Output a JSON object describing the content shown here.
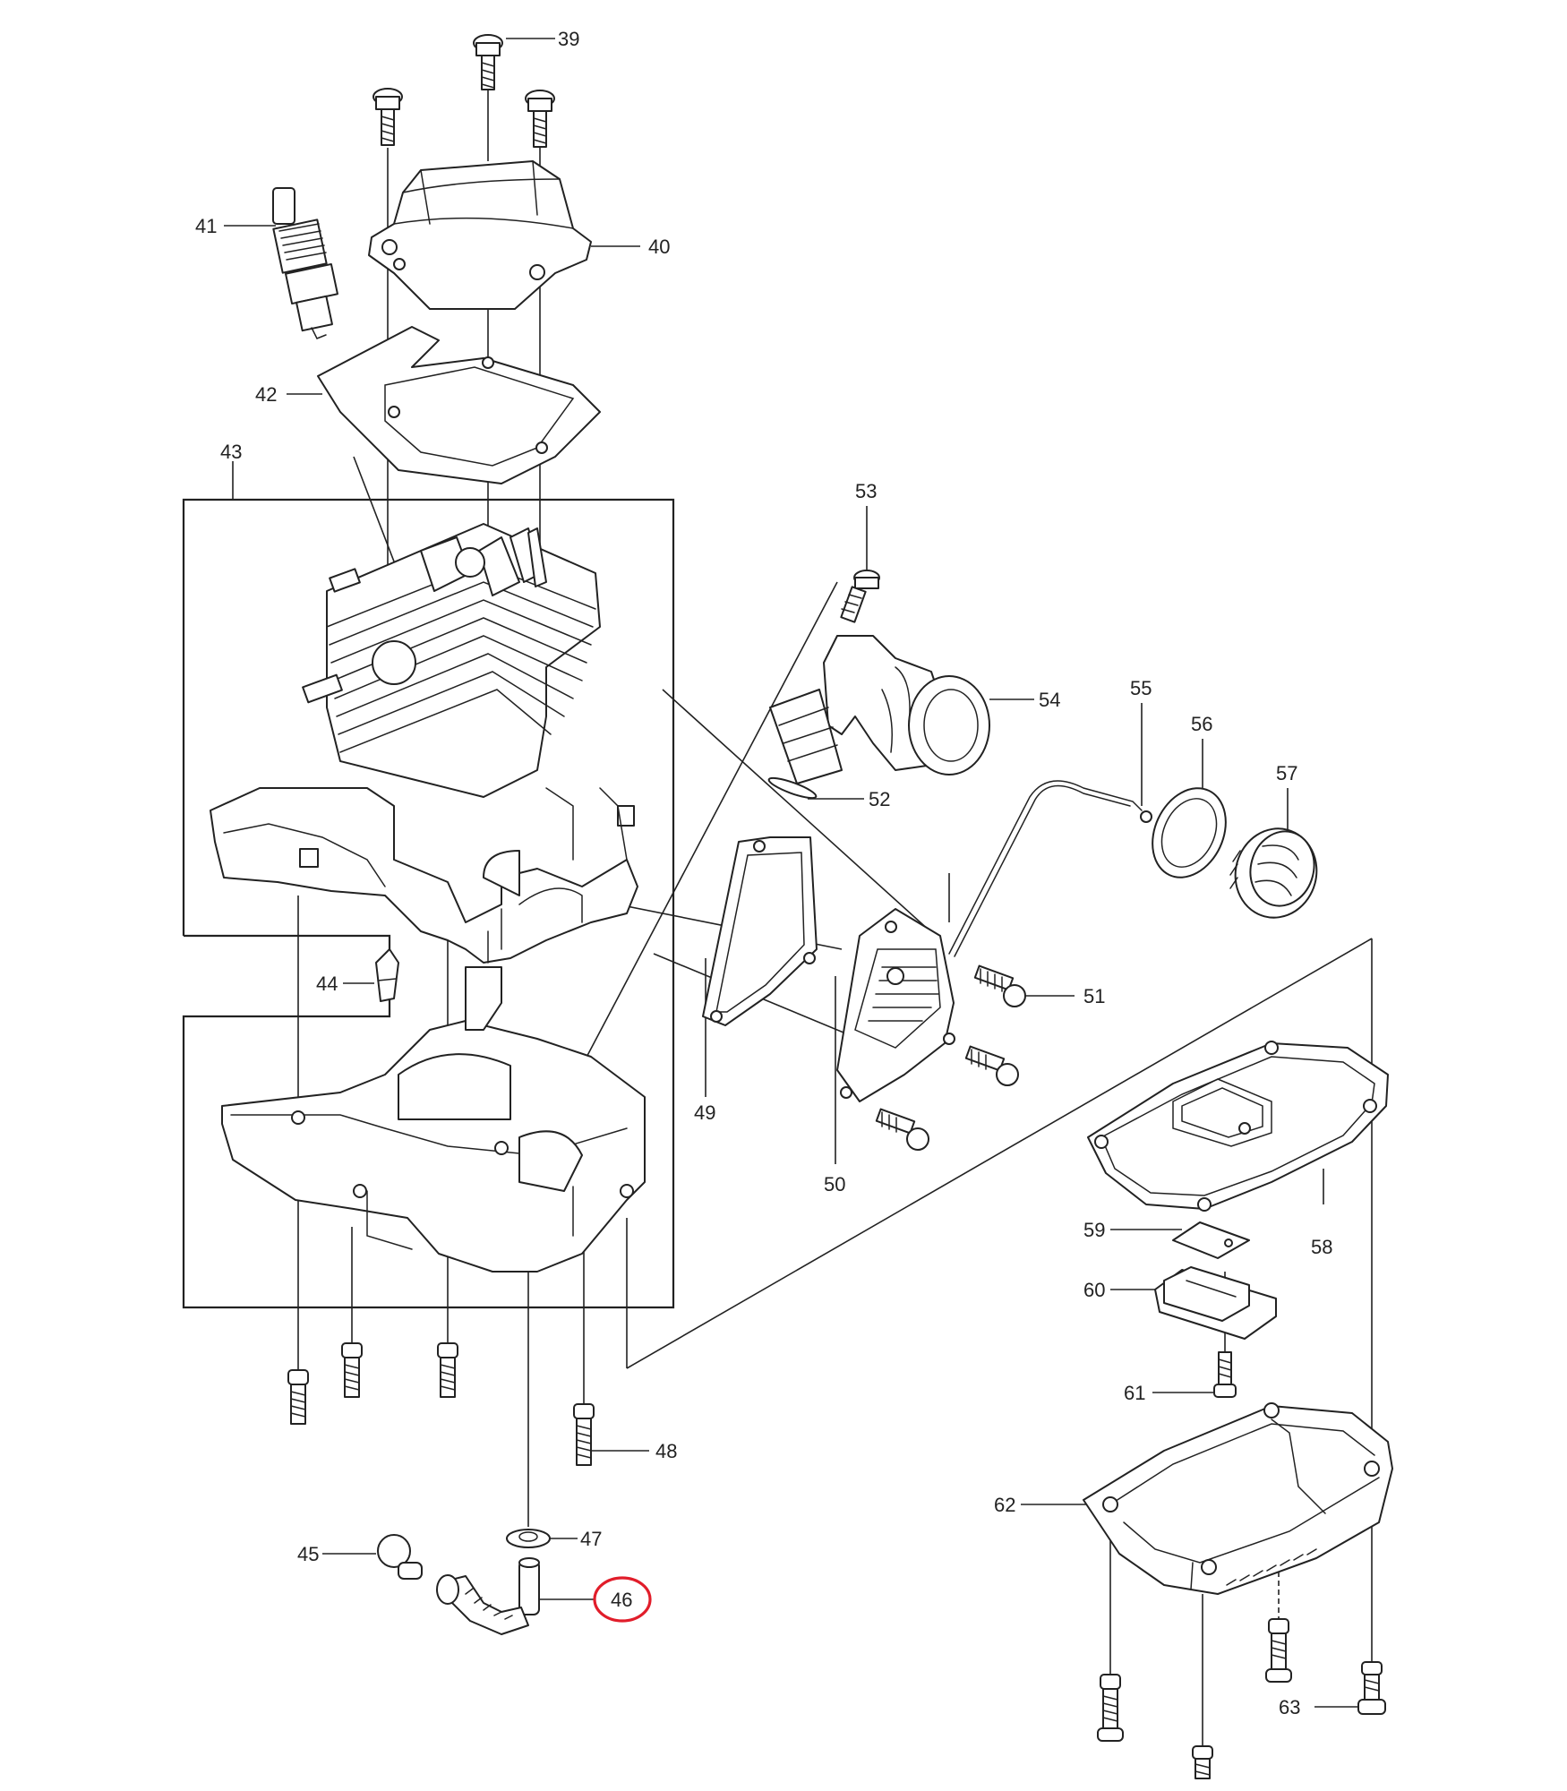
{
  "callouts": {
    "c39": "39",
    "c40": "40",
    "c41": "41",
    "c42": "42",
    "c43": "43",
    "c44": "44",
    "c45": "45",
    "c46": "46",
    "c47": "47",
    "c48": "48",
    "c49": "49",
    "c50": "50",
    "c51": "51",
    "c52": "52",
    "c53": "53",
    "c54": "54",
    "c55": "55",
    "c56": "56",
    "c57": "57",
    "c58": "58",
    "c59": "59",
    "c60": "60",
    "c61": "61",
    "c62": "62",
    "c63": "63"
  },
  "highlight": {
    "part": "46",
    "color": "#e11d2a"
  }
}
